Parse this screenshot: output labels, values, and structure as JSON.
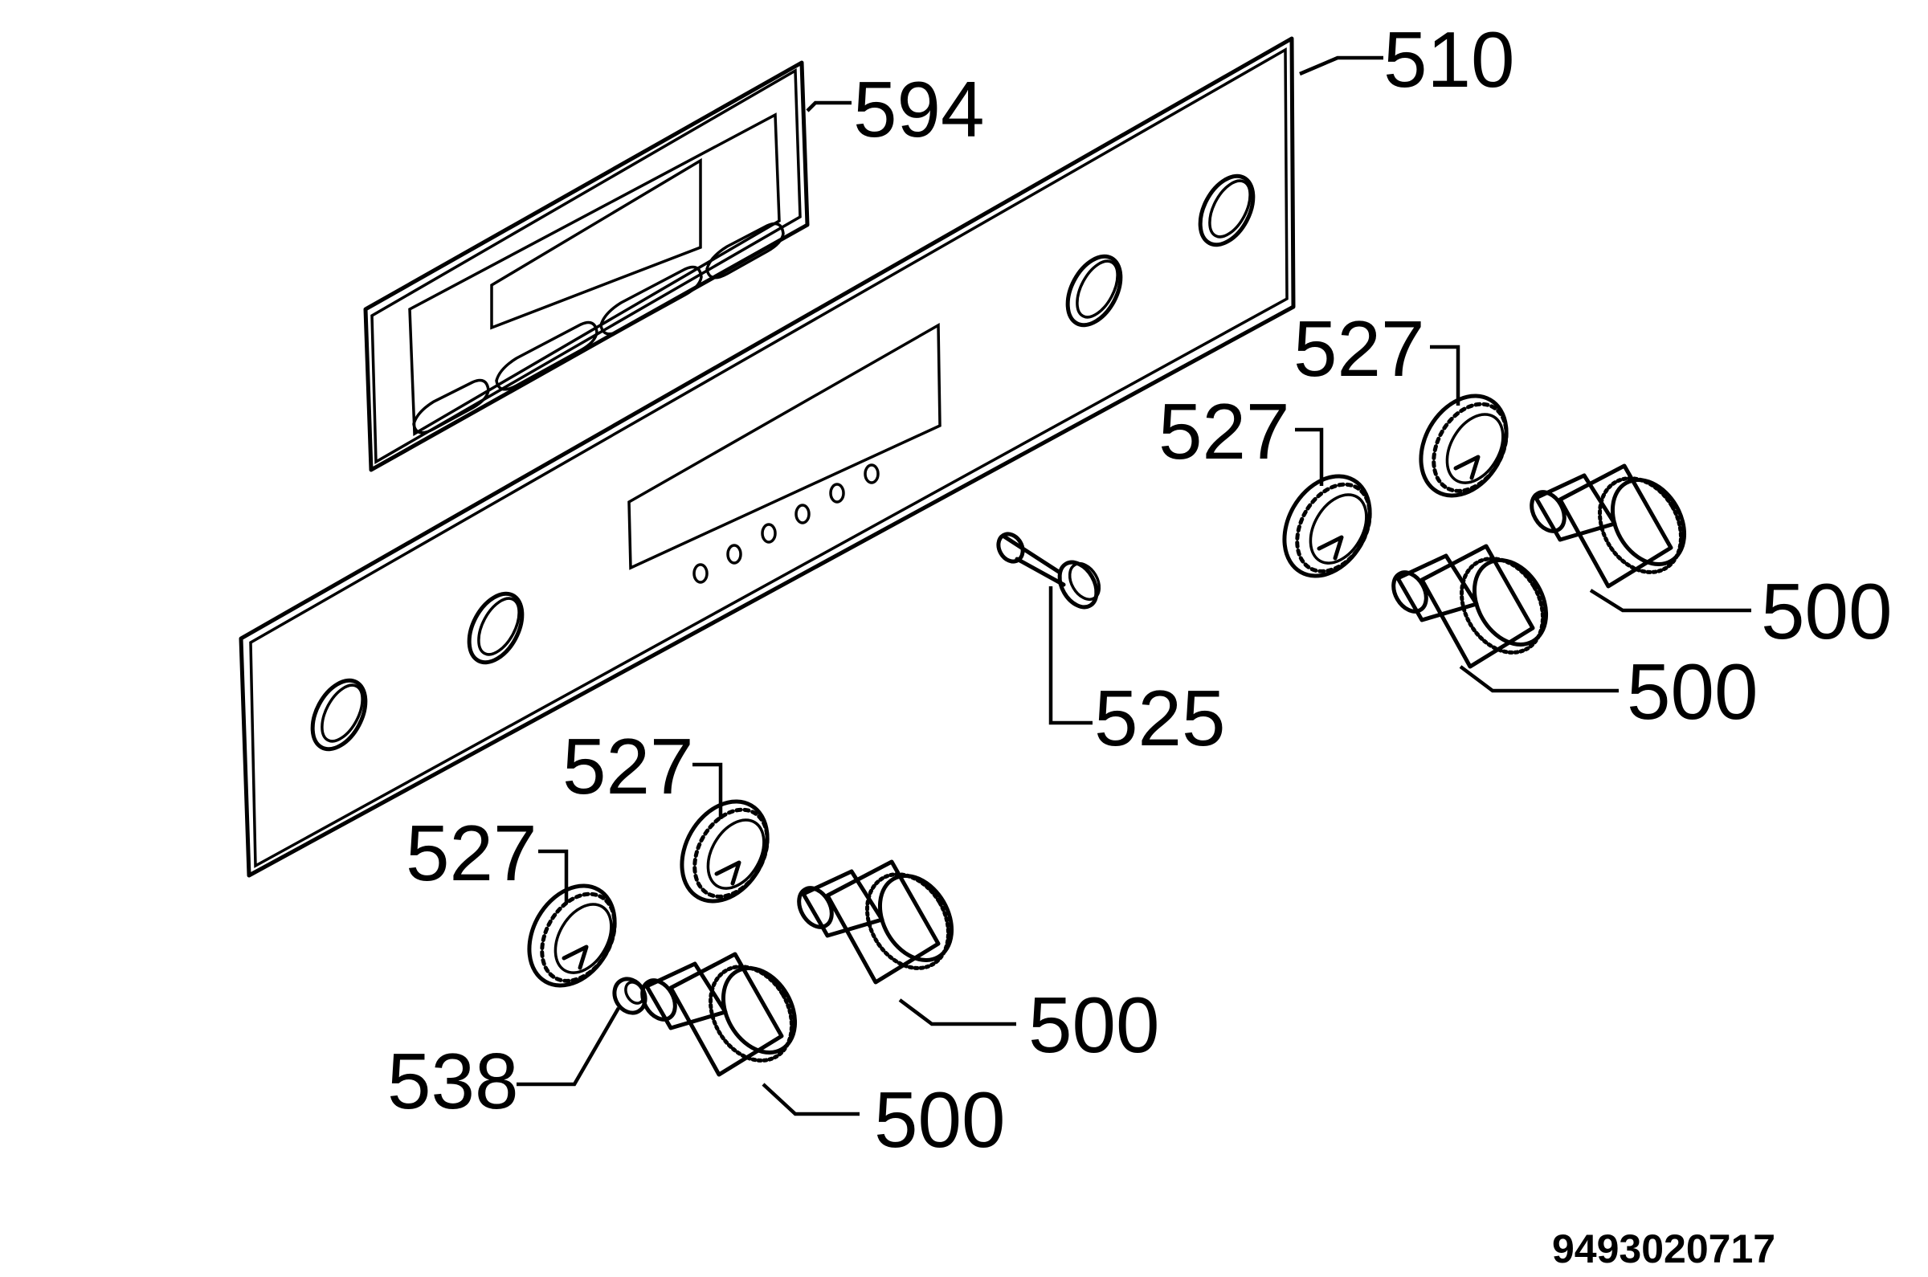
{
  "diagram": {
    "labels": {
      "control_panel": "510",
      "display_panel": "594",
      "knob_ring": "527",
      "knob": "500",
      "spindle": "525",
      "spacer": "538"
    },
    "document_number": "9493020717"
  }
}
